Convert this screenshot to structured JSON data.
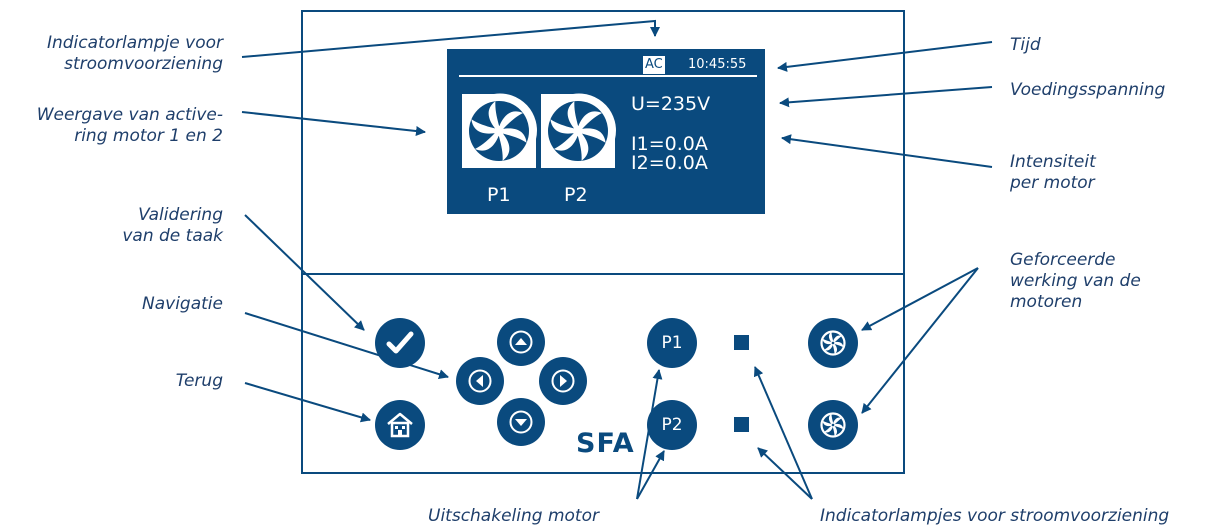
{
  "labels": {
    "power_indicator": [
      "Indicatorlampje voor",
      "stroomvoorziening"
    ],
    "motor_display": [
      "Weergave van active-",
      "ring motor 1 en 2"
    ],
    "validation": [
      "Validering",
      "van de taak"
    ],
    "navigation": "Navigatie",
    "back": "Terug",
    "time": "Tijd",
    "voltage": "Voedingsspanning",
    "intensity": [
      "Intensiteit",
      "per motor"
    ],
    "forced": [
      "Geforceerde",
      "werking van de",
      "motoren"
    ],
    "motor_off": "Uitschakeling motor",
    "power_lamps": "Indicatorlampjes voor stroomvoorziening"
  },
  "screen": {
    "ac": "AC",
    "time": "10:45:55",
    "voltage": "U=235V",
    "current1": "I1=0.0A",
    "current2": "I2=0.0A",
    "p1": "P1",
    "p2": "P2"
  },
  "buttons": {
    "p1": "P1",
    "p2": "P2"
  },
  "brand": "SFA",
  "icons": [
    "check-icon",
    "up-arrow-icon",
    "left-arrow-icon",
    "right-arrow-icon",
    "down-arrow-icon",
    "home-icon",
    "fan-icon"
  ],
  "colors": {
    "panel_blue": "#0a4a7e",
    "label_text": "#1f3f6b",
    "arrow": "#0a4a7e"
  }
}
